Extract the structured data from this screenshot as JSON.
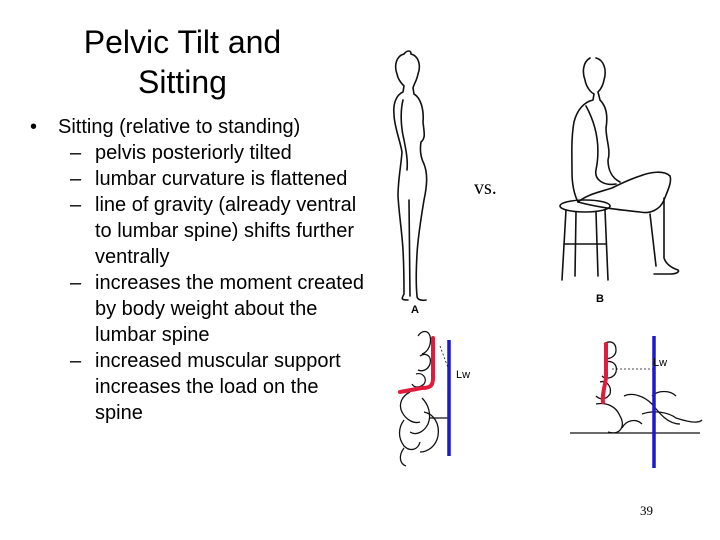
{
  "title": "Pelvic Tilt and Sitting",
  "bullets": [
    {
      "level": 1,
      "text": "Sitting (relative to standing)"
    },
    {
      "level": 2,
      "text": "pelvis posteriorly tilted"
    },
    {
      "level": 2,
      "text": "lumbar curvature is flattened"
    },
    {
      "level": 2,
      "text": "line of gravity (already ventral to lumbar spine) shifts further ventrally"
    },
    {
      "level": 2,
      "text": "increases the moment created by body weight about the lumbar spine"
    },
    {
      "level": 2,
      "text": "increased muscular support increases the load on the spine"
    }
  ],
  "bullet_marks": {
    "level1": "•",
    "level2": "–"
  },
  "figure": {
    "vs_label": "vs.",
    "label_a": "A",
    "label_b": "B",
    "lw_label": "Lw",
    "colors": {
      "gravity_line": "#1a1acc",
      "curvature_line": "#e01c3c",
      "ink": "#111111"
    }
  },
  "page_number": "39"
}
